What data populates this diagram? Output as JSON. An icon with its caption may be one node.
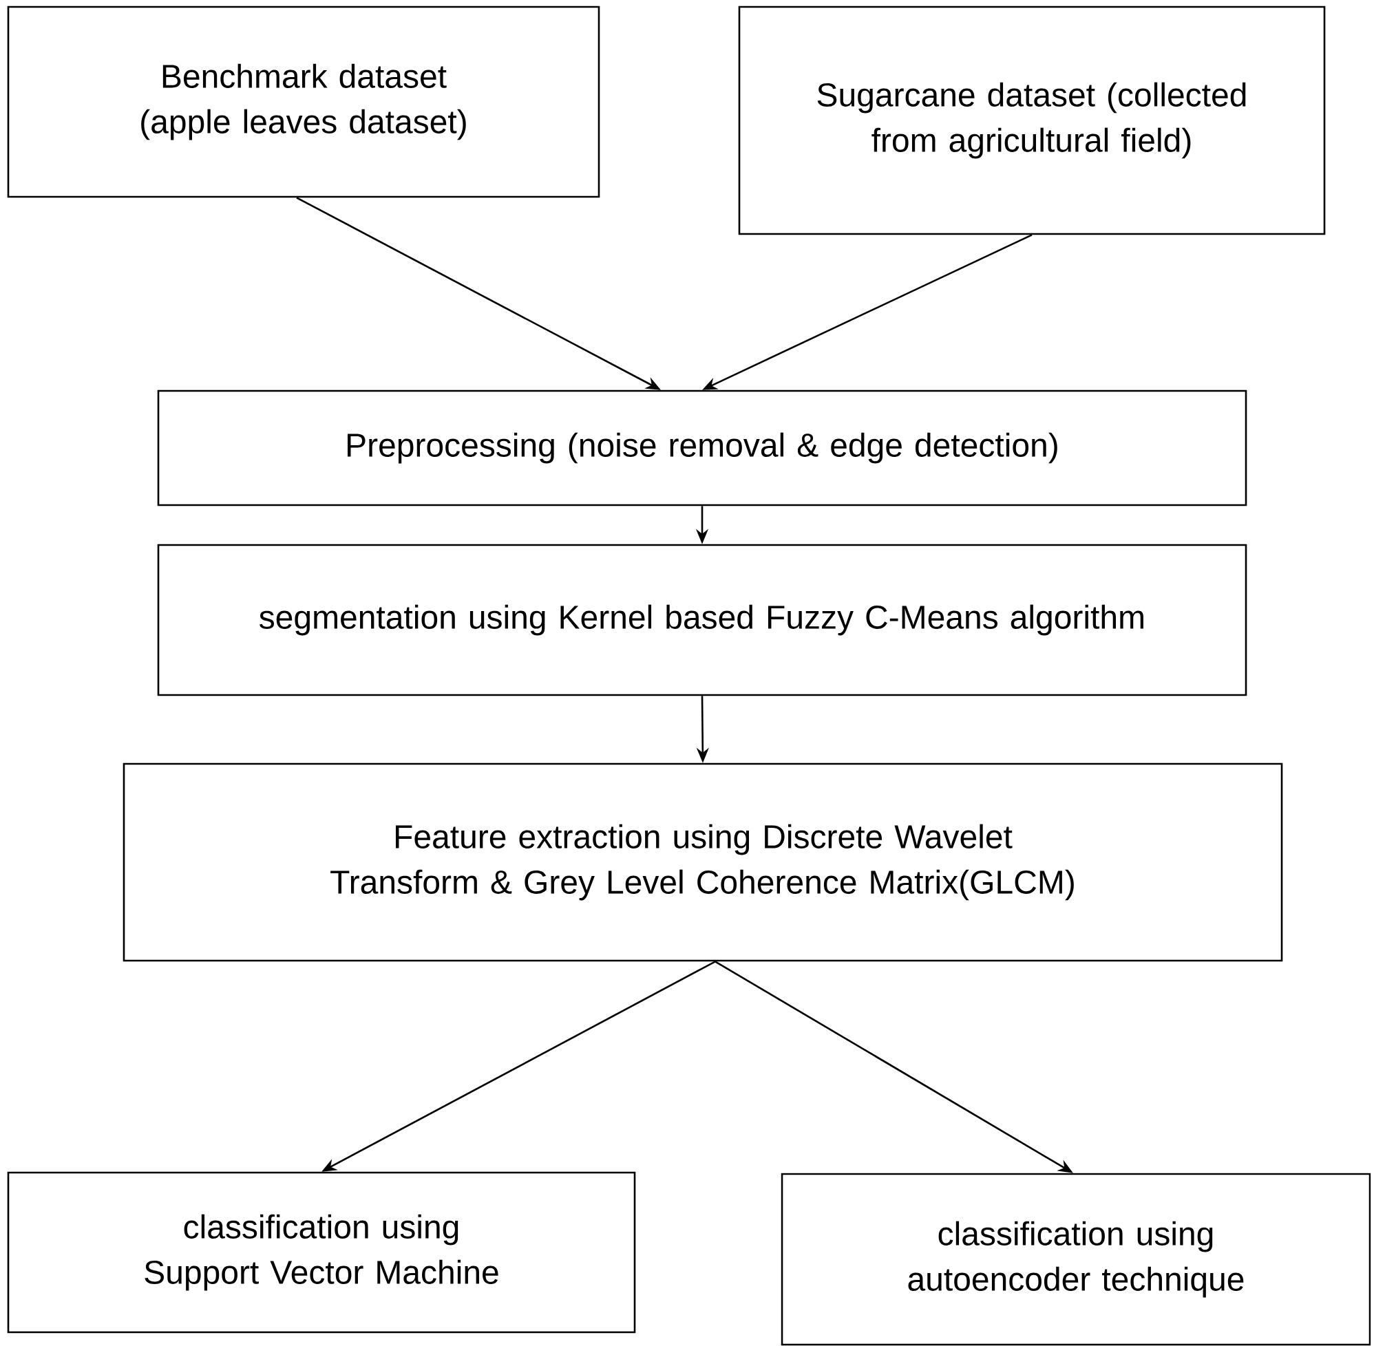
{
  "diagram": {
    "nodes": [
      {
        "text": [
          "Benchmark dataset (apple leaves dataset)"
        ]
      },
      {
        "text": [
          "Sugarcane dataset (collected from agricultural field)"
        ]
      },
      {
        "text": [
          "Preprocessing (noise removal & edge detection)"
        ]
      },
      {
        "text": [
          "segmentation using Kernel based Fuzzy C-Means algorithm"
        ]
      },
      {
        "text": [
          "Feature extraction using Discrete Wavelet Transform & Grey Level Coherence Matrix(GLCM)"
        ]
      },
      {
        "text": [
          "classification using Support Vector Machine"
        ]
      },
      {
        "text": [
          "classification using autoencoder technique"
        ]
      }
    ],
    "edges": [
      {
        "from": 0,
        "to": 2,
        "arrow": "to"
      },
      {
        "from": 1,
        "to": 2,
        "arrow": "to"
      },
      {
        "from": 2,
        "to": 3,
        "arrow": "to"
      },
      {
        "from": 3,
        "to": 4,
        "arrow": "to"
      },
      {
        "from": 4,
        "to": 5,
        "arrow": "to"
      },
      {
        "from": 4,
        "to": 6,
        "arrow": "to"
      }
    ]
  }
}
